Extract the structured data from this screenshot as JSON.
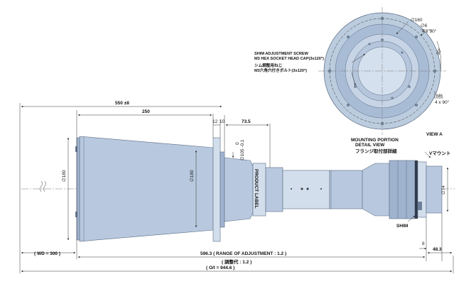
{
  "top_view": {
    "dia_160": "∅160",
    "dia_6": "∅6",
    "dia_6_qty": "4 x 90°",
    "angle_30": "30°",
    "m6": "M6",
    "m6_qty": "4 x 90°"
  },
  "notes": {
    "shim_en_1": "SHIM ADJUSTMENT SCREW",
    "shim_en_2": "M3 HEX SOCKET HEAD CAP(3x120°)",
    "shim_jp_1": "シム調整用ねじ",
    "shim_jp_2": "M3六角穴付きボルト(3x120°)",
    "mounting_1": "MOUNTING PORTION",
    "mounting_2": "DETAIL VIEW",
    "mounting_jp": "フランジ取付部詳細",
    "view_a": "VIEW A",
    "v_mount": "Vマウント",
    "shim": "SHIM",
    "product_label": "PRODUCT LABEL"
  },
  "dims": {
    "overall_550": "550 ±8",
    "d250": "250",
    "d12": "12",
    "d10": "10",
    "d73_5": "73.5",
    "d0": "0",
    "dia_105": "∅105 -0.1",
    "dia_180_left": "∅180",
    "dia_180_right": "∅180",
    "dia_74": "∅74",
    "d8": "8",
    "range": "596.3 ( RANGE OF ADJUSTMENT : 1.2 )",
    "range_jp": "( 調整代 : 1.2 )",
    "wd": "( WD = 300 )",
    "d48_3": "48.3",
    "oi": "( O/I = 944.6 )"
  }
}
